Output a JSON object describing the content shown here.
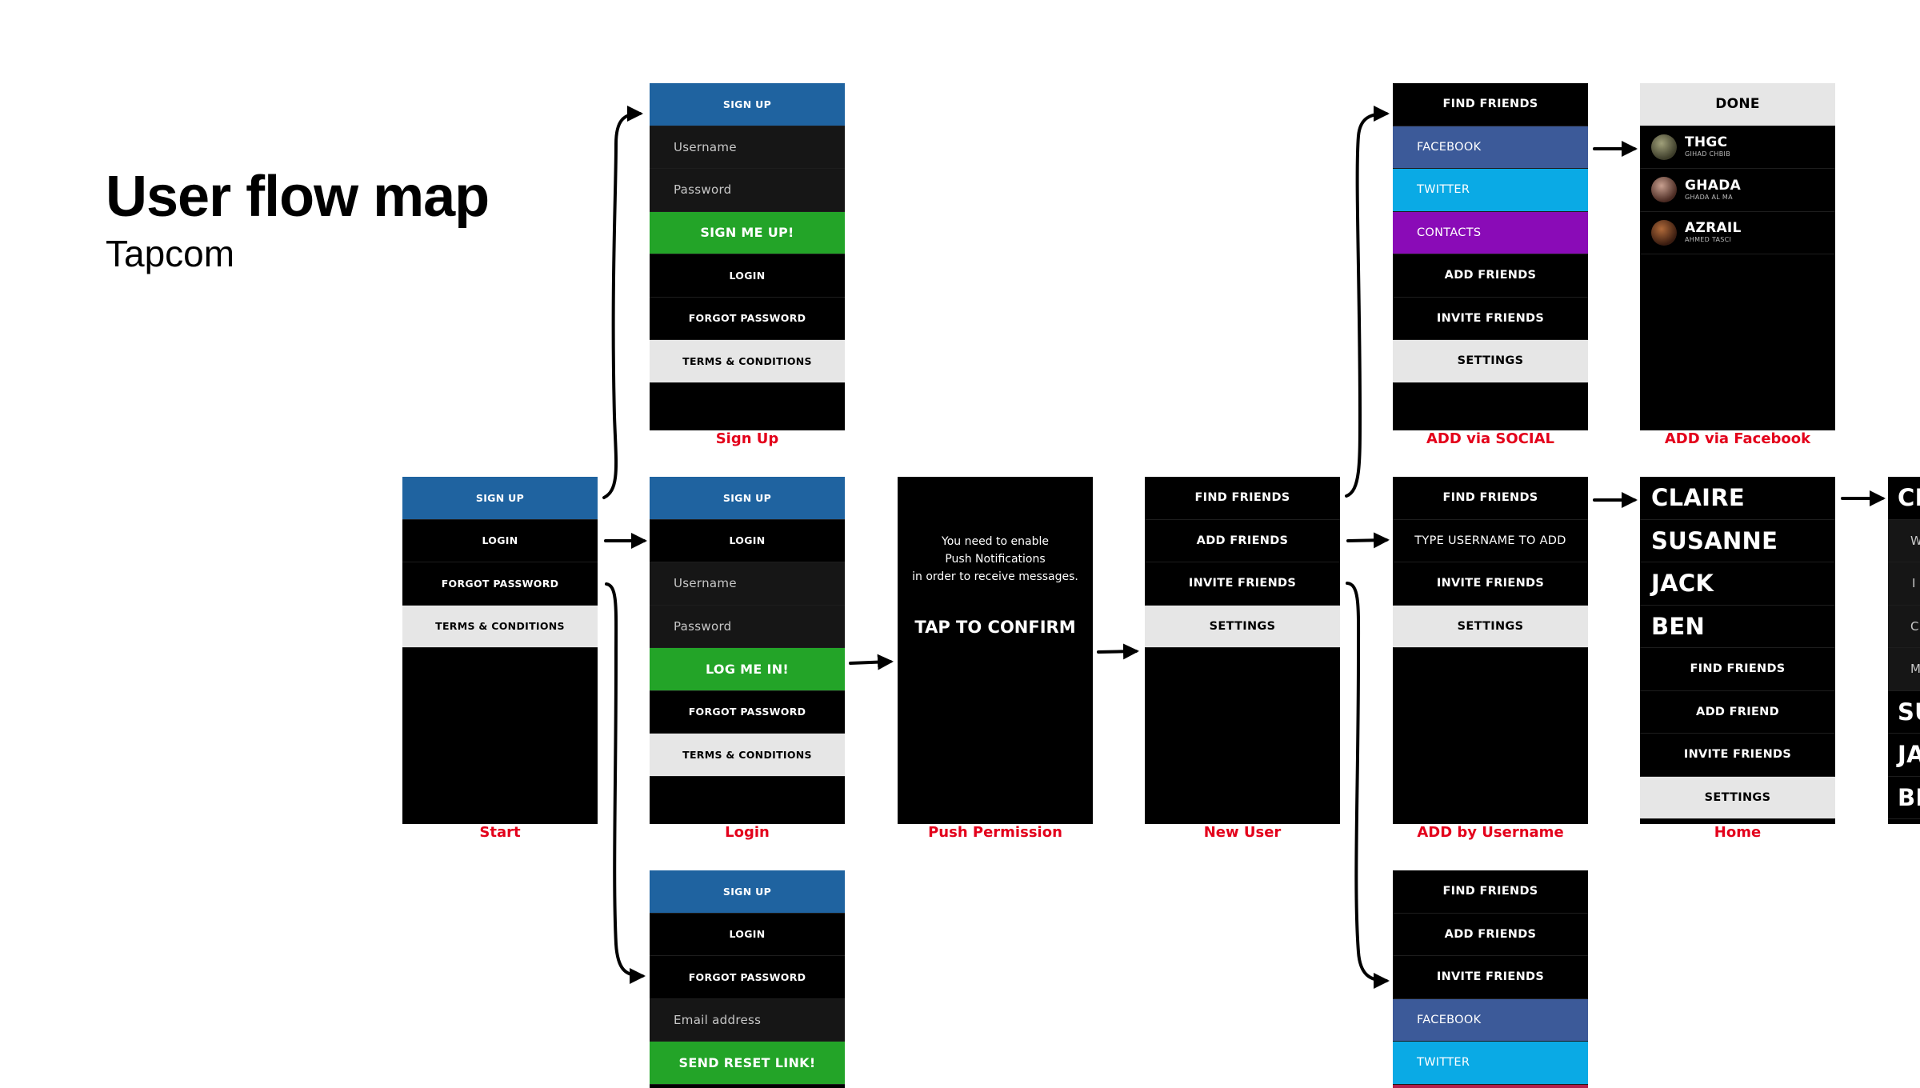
{
  "page": {
    "title": "User flow map",
    "subtitle": "Tapcom"
  },
  "screens": {
    "start": {
      "caption": "Start",
      "rows": [
        "SIGN UP",
        "LOGIN",
        "FORGOT PASSWORD",
        "TERMS & CONDITIONS"
      ]
    },
    "signup": {
      "caption": "Sign Up",
      "rows": [
        "SIGN UP",
        "Username",
        "Password",
        "SIGN ME UP!",
        "LOGIN",
        "FORGOT PASSWORD",
        "TERMS & CONDITIONS"
      ]
    },
    "login": {
      "caption": "Login",
      "rows": [
        "SIGN UP",
        "LOGIN",
        "Username",
        "Password",
        "LOG ME IN!",
        "FORGOT PASSWORD",
        "TERMS & CONDITIONS"
      ]
    },
    "forgot": {
      "rows": [
        "SIGN UP",
        "LOGIN",
        "FORGOT PASSWORD",
        "Email address",
        "SEND RESET LINK!"
      ]
    },
    "push": {
      "caption": "Push Permission",
      "message_lines": [
        "You need to enable",
        "Push Notifications",
        "in order to receive messages."
      ],
      "confirm": "TAP TO CONFIRM"
    },
    "new_user": {
      "caption": "New User",
      "rows": [
        "FIND FRIENDS",
        "ADD FRIENDS",
        "INVITE FRIENDS",
        "SETTINGS"
      ]
    },
    "add_social": {
      "caption": "ADD via SOCIAL",
      "rows": [
        "FIND FRIENDS",
        "FACEBOOK",
        "TWITTER",
        "CONTACTS",
        "ADD FRIENDS",
        "INVITE FRIENDS",
        "SETTINGS"
      ]
    },
    "add_username": {
      "caption": "ADD by Username",
      "rows": [
        "FIND FRIENDS",
        "TYPE USERNAME TO ADD",
        "INVITE FRIENDS",
        "SETTINGS"
      ]
    },
    "invite": {
      "rows": [
        "FIND FRIENDS",
        "ADD FRIENDS",
        "INVITE FRIENDS",
        "FACEBOOK",
        "TWITTER"
      ]
    },
    "add_facebook": {
      "caption": "ADD via Facebook",
      "done": "DONE",
      "friends": [
        {
          "name": "THGC",
          "sub": "GIHAD CHBIB"
        },
        {
          "name": "GHADA",
          "sub": "GHADA AL MA"
        },
        {
          "name": "AZRAIL",
          "sub": "AHMED TASCI"
        }
      ]
    },
    "home": {
      "caption": "Home",
      "contacts": [
        "CLAIRE",
        "SUSANNE",
        "JACK",
        "BEN"
      ],
      "rows": [
        "FIND FRIENDS",
        "ADD FRIEND",
        "INVITE FRIENDS",
        "SETTINGS"
      ]
    },
    "next": {
      "top": [
        "CL",
        "W",
        "I",
        "C",
        "M"
      ],
      "bottom": [
        "SU",
        "JA",
        "BE"
      ]
    }
  },
  "colors": {
    "sign_up_blue": "#1f63a0",
    "action_green": "#23a428",
    "facebook_blue": "#3c5a99",
    "twitter_blue": "#0aaae5",
    "contacts_purple": "#8a0bb7",
    "caption_red": "#e3001b"
  }
}
